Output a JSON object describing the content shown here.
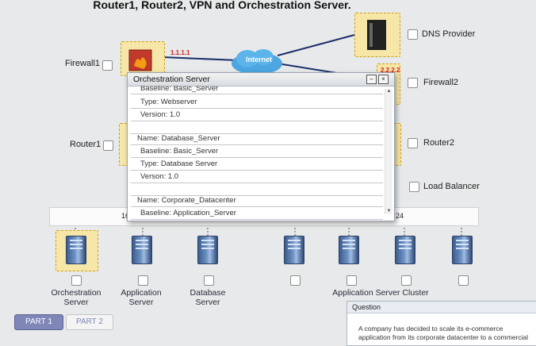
{
  "page_title": "Router1, Router2, VPN and Orchestration Server.",
  "internet_label": "Internet",
  "ip_left": "1.1.1.1",
  "ip_right": "2.2.2.2",
  "bar_left": "16",
  "bar_right": "24",
  "nodes": {
    "firewall1": "Firewall1",
    "router1": "Router1",
    "dns_provider": "DNS Provider",
    "firewall2": "Firewall2",
    "router2": "Router2",
    "load_balancer": "Load Balancer"
  },
  "servers": {
    "orchestration": "Orchestration\nServer",
    "application": "Application\nServer",
    "database": "Database\nServer",
    "cluster": "Application Server Cluster"
  },
  "dialog": {
    "title": "Orchestration Server",
    "min_icon": "–",
    "close_icon": "×",
    "rows": [
      "Baseline: Basic_Server",
      "Type: Webserver",
      "Version: 1.0",
      "",
      "Name: Database_Server",
      "Baseline: Basic_Server",
      "Type: Database Server",
      "Verson: 1.0",
      "",
      "Name: Corporate_Datacenter",
      "Baseline: Application_Server"
    ]
  },
  "buttons": {
    "part1": "PART 1",
    "part2": "PART 2"
  },
  "question": {
    "title": "Question",
    "text": "A company has decided to scale its e-commerce application from its corporate datacenter to a commercial"
  }
}
